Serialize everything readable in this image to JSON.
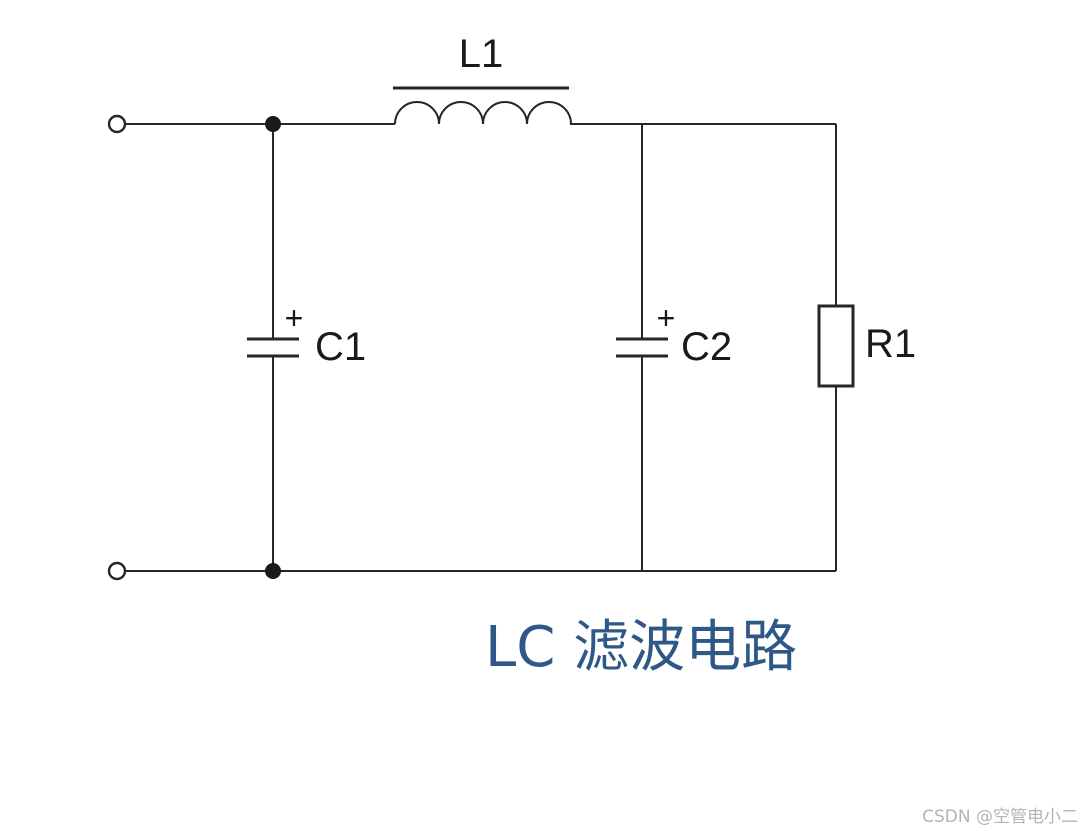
{
  "diagram": {
    "caption": "LC 滤波电路",
    "components": {
      "inductor": {
        "ref": "L1"
      },
      "capacitor_1": {
        "ref": "C1",
        "polarity": "+"
      },
      "capacitor_2": {
        "ref": "C2",
        "polarity": "+"
      },
      "resistor": {
        "ref": "R1"
      }
    }
  },
  "watermark": "CSDN @空管电小二",
  "colors": {
    "wire": "#262626",
    "caption": "#2d5887",
    "watermark": "#b4b4b4",
    "background": "#ffffff"
  }
}
